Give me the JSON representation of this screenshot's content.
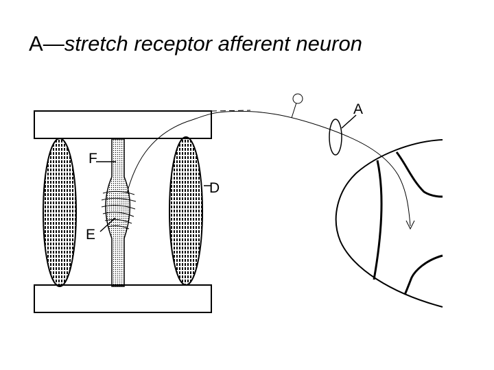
{
  "title": {
    "letter": "A",
    "dash": "—",
    "text": "stretch receptor afferent neuron"
  },
  "labels": {
    "A": "A",
    "F": "F",
    "D": "D",
    "E": "E"
  },
  "colors": {
    "ink": "#000000",
    "background": "#ffffff"
  }
}
